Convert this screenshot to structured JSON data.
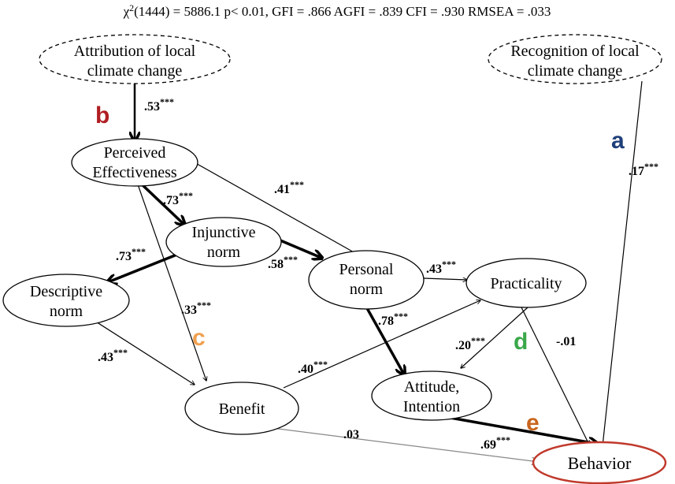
{
  "fit_line": {
    "chi": "χ",
    "sup": "2",
    "rest": "(1444) = 5886.1  p< 0.01, GFI = .866 AGFI = .839 CFI = .930 RMSEA = .033"
  },
  "nodes": {
    "attribution": [
      "Attribution of local",
      "climate change"
    ],
    "recognition": [
      "Recognition of local",
      "climate change"
    ],
    "perceived": [
      "Perceived",
      "Effectiveness"
    ],
    "injunctive": [
      "Injunctive",
      "norm"
    ],
    "descriptive": [
      "Descriptive",
      "norm"
    ],
    "personal": [
      "Personal",
      "norm"
    ],
    "practicality": [
      "Practicality"
    ],
    "benefit": [
      "Benefit"
    ],
    "attitude": [
      "Attitude,",
      "Intention"
    ],
    "behavior": [
      "Behavior"
    ]
  },
  "paths": [
    {
      "id": "attr-perc",
      "value": ".53",
      "sig": "***"
    },
    {
      "id": "rec-beh",
      "value": ".17",
      "sig": "***"
    },
    {
      "id": "perc-inj",
      "value": ".73",
      "sig": "***"
    },
    {
      "id": "perc-pers",
      "value": ".41",
      "sig": "***"
    },
    {
      "id": "inj-desc",
      "value": ".73",
      "sig": "***"
    },
    {
      "id": "inj-pers",
      "value": ".58",
      "sig": "***"
    },
    {
      "id": "perc-ben",
      "value": ".33",
      "sig": "***"
    },
    {
      "id": "pers-prac",
      "value": ".43",
      "sig": "***"
    },
    {
      "id": "pers-att",
      "value": ".78",
      "sig": "***"
    },
    {
      "id": "desc-ben",
      "value": ".43",
      "sig": "***"
    },
    {
      "id": "ben-prac",
      "value": ".40",
      "sig": "***"
    },
    {
      "id": "prac-att",
      "value": ".20",
      "sig": "***"
    },
    {
      "id": "prac-beh",
      "value": "-.01",
      "sig": ""
    },
    {
      "id": "ben-beh",
      "value": ".03",
      "sig": ""
    },
    {
      "id": "att-beh",
      "value": ".69",
      "sig": "***"
    }
  ],
  "tags": {
    "a": "a",
    "b": "b",
    "c": "c",
    "d": "d",
    "e": "e",
    "colors": {
      "a": "#1f3f7a",
      "b": "#b01e23",
      "c": "#f0a050",
      "d": "#3aa84a",
      "e": "#c8661e",
      "behavior_border": "#c0392b"
    }
  }
}
